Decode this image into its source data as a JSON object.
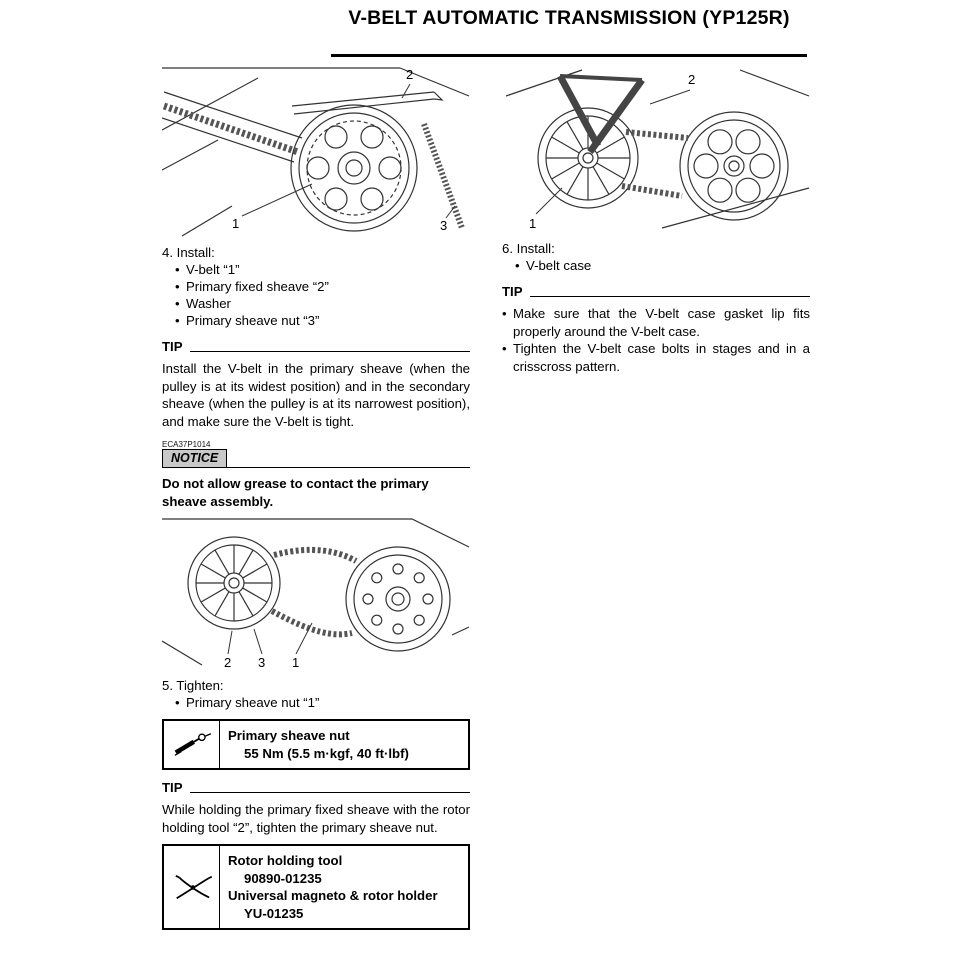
{
  "header": {
    "title": "V-BELT AUTOMATIC TRANSMISSION (YP125R)"
  },
  "left_column": {
    "figure1": {
      "label_1": "1",
      "label_2": "2",
      "label_3": "3"
    },
    "step4": {
      "heading": "4. Install:",
      "items": [
        "V-belt “1”",
        "Primary fixed sheave “2”",
        "Washer",
        "Primary sheave nut “3”"
      ]
    },
    "tip1": {
      "label": "TIP",
      "text": "Install the V-belt in the primary sheave (when the pulley is at its widest position) and in the secondary sheave (when the pulley is at its narrowest position), and make sure the V-belt is tight."
    },
    "notice": {
      "code": "ECA37P1014",
      "label": "NOTICE",
      "text": "Do not allow grease to contact the primary sheave assembly."
    },
    "figure2": {
      "label_1": "1",
      "label_2": "2",
      "label_3": "3"
    },
    "step5": {
      "heading": "5. Tighten:",
      "items": [
        "Primary sheave nut “1”"
      ]
    },
    "torque_spec": {
      "name": "Primary sheave nut",
      "value": "55 Nm (5.5 m·kgf, 40 ft·lbf)"
    },
    "tip2": {
      "label": "TIP",
      "text": "While holding the primary fixed sheave with the rotor holding tool “2”, tighten the primary sheave nut."
    },
    "tool_spec": {
      "tool1_name": "Rotor holding tool",
      "tool1_number": "90890-01235",
      "tool2_name": "Universal magneto & rotor holder",
      "tool2_number": "YU-01235"
    }
  },
  "right_column": {
    "figure3": {
      "label_1": "1",
      "label_2": "2"
    },
    "step6": {
      "heading": "6. Install:",
      "items": [
        "V-belt case"
      ]
    },
    "tip3": {
      "label": "TIP",
      "bullets": [
        "Make sure that the V-belt case gasket lip fits properly around the V-belt case.",
        "Tighten the V-belt case bolts in stages and in a crisscross pattern."
      ]
    }
  }
}
